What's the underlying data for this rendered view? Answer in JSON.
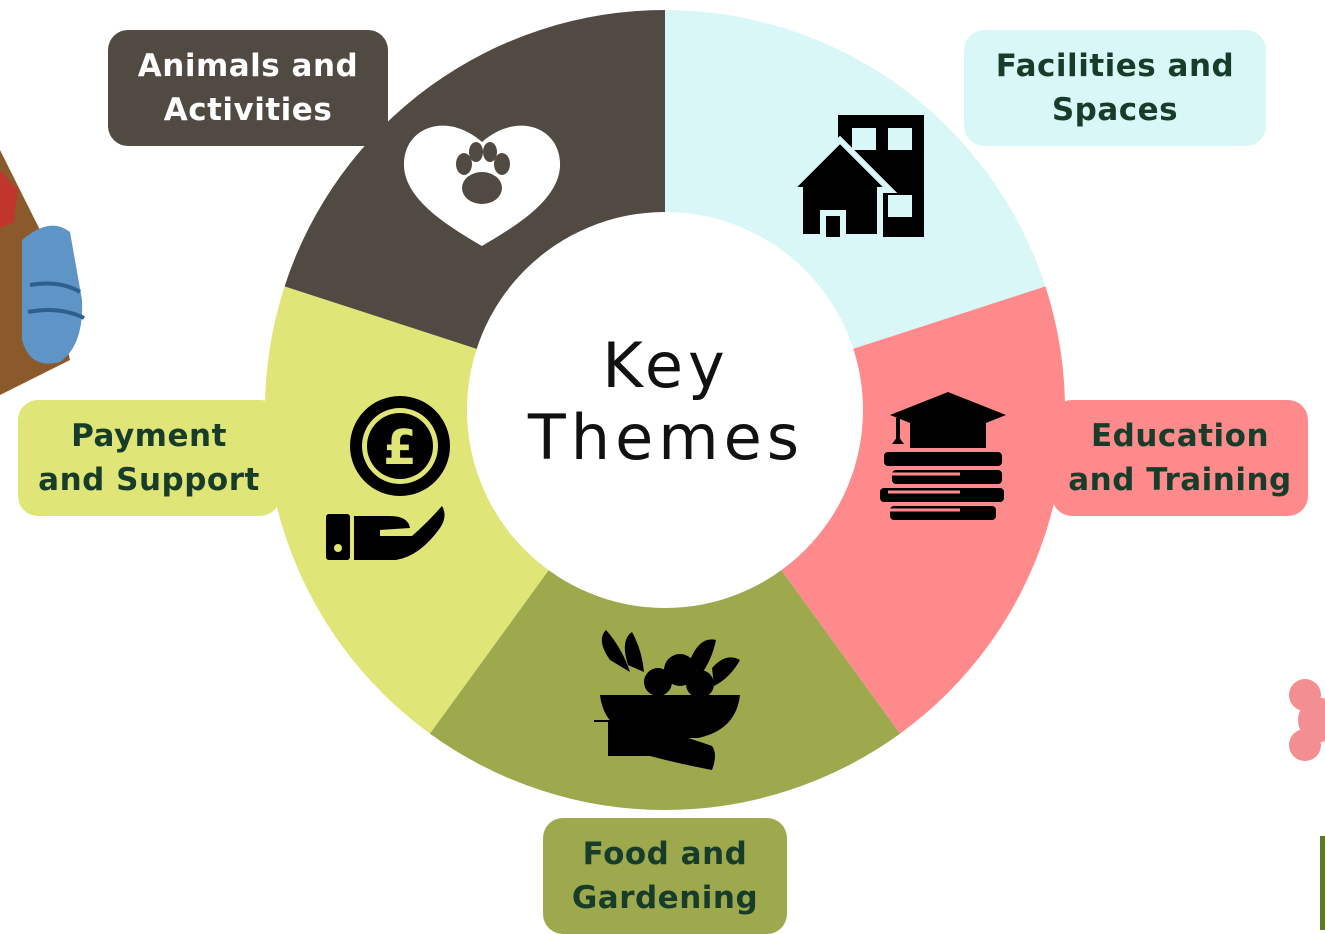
{
  "title": {
    "line1": "Key",
    "line2": "Themes"
  },
  "themes": [
    {
      "id": "animals",
      "label_line1": "Animals and",
      "label_line2": "Activities",
      "icon": "paw-heart-icon",
      "color": "#514a43"
    },
    {
      "id": "facilities",
      "label_line1": "Facilities and",
      "label_line2": "Spaces",
      "icon": "buildings-icon",
      "color": "#daf7f8"
    },
    {
      "id": "education",
      "label_line1": "Education",
      "label_line2": "and Training",
      "icon": "graduation-books-icon",
      "color": "#ff8a8c"
    },
    {
      "id": "food",
      "label_line1": "Food and",
      "label_line2": "Gardening",
      "icon": "food-bowl-hand-icon",
      "color": "#9ea94e"
    },
    {
      "id": "payment",
      "label_line1": "Payment",
      "label_line2": "and Support",
      "icon": "pound-coin-hand-icon",
      "color": "#dfe577"
    }
  ],
  "colors": {
    "label_text_dark": "#173d2a",
    "label_text_light": "#ffffff",
    "center_text": "#111111",
    "background": "#ffffff"
  }
}
